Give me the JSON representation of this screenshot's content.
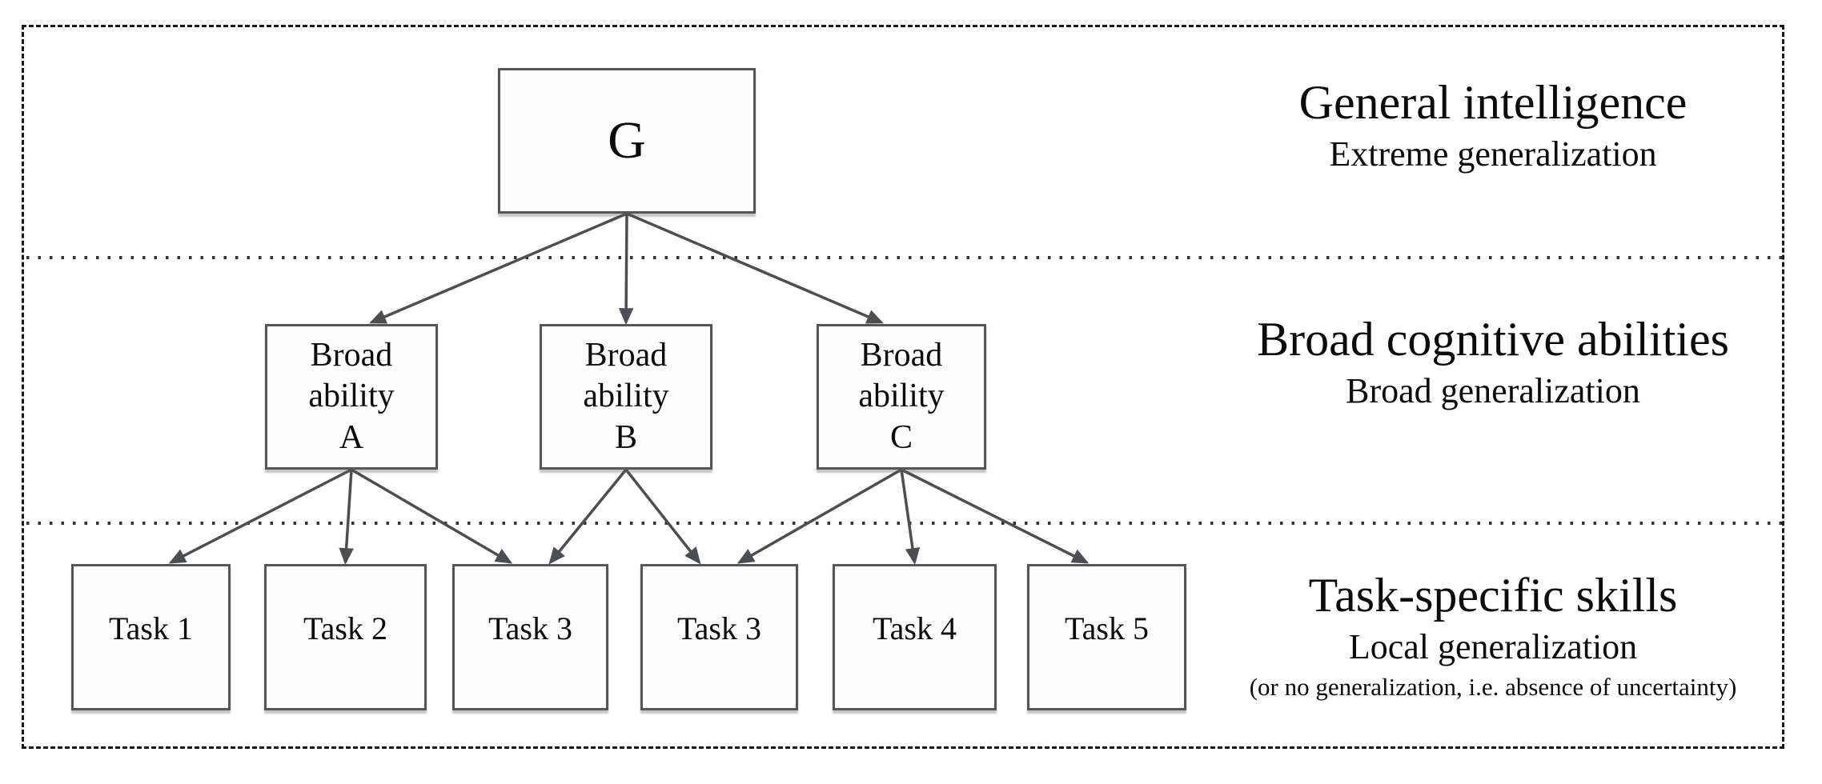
{
  "diagram": {
    "nodes": {
      "g": {
        "label": "G"
      },
      "a": {
        "label": "Broad\nability\nA"
      },
      "b": {
        "label": "Broad\nability\nB"
      },
      "c": {
        "label": "Broad\nability\nC"
      },
      "t1": {
        "label": "Task 1"
      },
      "t2": {
        "label": "Task 2"
      },
      "t3a": {
        "label": "Task 3"
      },
      "t3b": {
        "label": "Task 3"
      },
      "t4": {
        "label": "Task 4"
      },
      "t5": {
        "label": "Task 5"
      }
    },
    "edges": [
      [
        "g",
        "a"
      ],
      [
        "g",
        "b"
      ],
      [
        "g",
        "c"
      ],
      [
        "a",
        "t1"
      ],
      [
        "a",
        "t2"
      ],
      [
        "a",
        "t3a"
      ],
      [
        "b",
        "t3a"
      ],
      [
        "b",
        "t3b"
      ],
      [
        "c",
        "t3b"
      ],
      [
        "c",
        "t4"
      ],
      [
        "c",
        "t5"
      ]
    ]
  },
  "side_labels": {
    "general": {
      "title": "General intelligence",
      "subtitle": "Extreme generalization"
    },
    "broad": {
      "title": "Broad cognitive abilities",
      "subtitle": "Broad generalization"
    },
    "task": {
      "title": "Task-specific skills",
      "subtitle": "Local generalization",
      "note": "(or no generalization, i.e. absence of uncertainty)"
    }
  },
  "colors": {
    "box_border": "#54575a",
    "arrow": "#4b4f53",
    "outer_border": "#161616",
    "dotted_line": "#333333",
    "text": "#0b0b0b"
  }
}
